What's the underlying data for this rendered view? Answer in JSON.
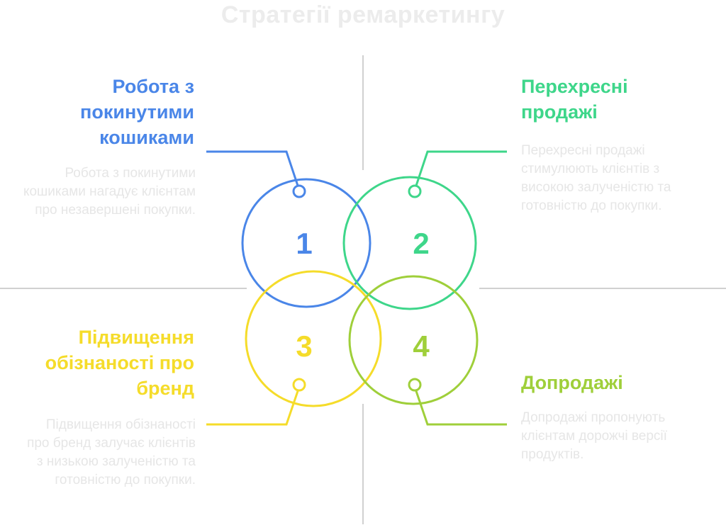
{
  "title": "Стратегії ремаркетингу",
  "items": [
    {
      "number": "1",
      "heading": "Робота з покинутими кошиками",
      "description": "Робота з покинутими кошиками нагадує клієнтам про незавершені покупки.",
      "color": "#4a86e8"
    },
    {
      "number": "2",
      "heading": "Перехресні продажі",
      "description": "Перехресні продажі стимулюють клієнтів з високою залученістю та готовністю до покупки.",
      "color": "#3ed68a"
    },
    {
      "number": "3",
      "heading": "Підвищення обізнаності про бренд",
      "description": "Підвищення обізнаності про бренд залучає клієнтів з низькою залученістю та готовністю до покупки.",
      "color": "#f5dc2a"
    },
    {
      "number": "4",
      "heading": "Допродажі",
      "description": "Допродажі пропонують клієнтам дорожчі версії продуктів.",
      "color": "#9fcf3a"
    }
  ]
}
